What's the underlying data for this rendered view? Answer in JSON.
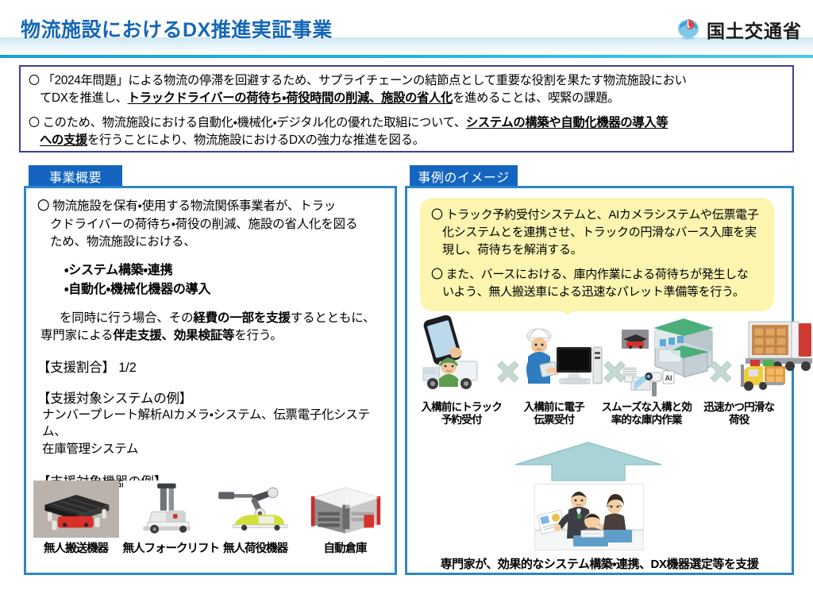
{
  "header": {
    "title": "物流施設におけるDX推進実証事業",
    "ministry_name": "国土交通省",
    "logo_icon": "mlit-logo-icon",
    "title_color": "#1667b8",
    "rule_color": "#1fb3e0"
  },
  "summary": {
    "border_color": "#3f3f9c",
    "items": [
      {
        "marker": "〇",
        "line1_a": "「2024年問題」による物流の停滞を回避するため、サプライチェーンの結節点として重要な役割を果たす物流施設におい",
        "line2_a": "てDXを推進し、",
        "line2_em": "トラックドライバーの荷待ち・荷役時間の削減、施設の省人化",
        "line2_b": "を進めることは、喫緊の課題。"
      },
      {
        "marker": "〇",
        "line1_a": "このため、物流施設における自動化・機械化・デジタル化の優れた取組について、",
        "line1_em": "システムの構築や自動化機器の導入等",
        "line2_em": "への支援",
        "line2_b": "を行うことにより、物流施設におけるDXの強力な推進を図る。"
      }
    ]
  },
  "tabs": {
    "left_label": "事業概要",
    "right_label": "事例のイメージ",
    "color": "#1565c0"
  },
  "left_panel": {
    "border_color": "#2e86c8",
    "para1": {
      "marker": "〇",
      "line1": "物流施設を保有・使用する物流関係事業者が、トラッ",
      "line2": "クドライバーの荷待ち・荷役の削減、施設の省人化を図る",
      "line3": "ため、物流施設における、"
    },
    "bullets": [
      "・システム構築・連携",
      "・自動化・機械化機器の導入"
    ],
    "para2": {
      "line1_a": "を同時に行う場合、その",
      "line1_em": "経費の一部を支援",
      "line1_b": "するとともに、",
      "line2_a": "専門家による",
      "line2_em": "伴走支援、効果検証等",
      "line2_b": "を行う。"
    },
    "support_rate_label": "【支援割合】",
    "support_rate_value": "1/2",
    "systems_heading": "【支援対象システムの例】",
    "systems_line1": "ナンバープレート解析AIカメラ・システム、伝票電子化システム、",
    "systems_line2": "在庫管理システム",
    "equipment_heading": "【支援対象機器の例】",
    "equipment": [
      {
        "caption": "無人搬送機器",
        "icon": "agv-pallet-robot-icon"
      },
      {
        "caption": "無人フォークリフト",
        "icon": "automated-forklift-icon"
      },
      {
        "caption": "無人荷役機器",
        "icon": "robotic-arm-loader-icon"
      },
      {
        "caption": "自動倉庫",
        "icon": "automated-warehouse-icon"
      }
    ]
  },
  "right_panel": {
    "border_color": "#2e86c8",
    "callout_color": "#fbf5b0",
    "callout": [
      {
        "marker": "〇",
        "line1": "トラック予約受付システムと、AIカメラシステムや伝票電子",
        "line2": "化システムとを連携させ、トラックの円滑なバース入庫を実",
        "line3": "現し、荷待ちを解消する。"
      },
      {
        "marker": "〇",
        "line1": "また、バースにおける、庫内作業による荷待ちが発生しな",
        "line2": "いよう、無人搬送車による迅速なパレット準備等を行う。"
      }
    ],
    "flow_steps": [
      {
        "icon": "truck-smartphone-booking-icon",
        "caption_line1": "入構前にトラック",
        "caption_line2": "予約受付"
      },
      {
        "icon": "worker-pc-edi-icon",
        "caption_line1": "入構前に電子",
        "caption_line2": "伝票受付"
      },
      {
        "icon": "warehouse-ai-camera-agv-icon",
        "caption_line1": "スムーズな入構と効",
        "caption_line2": "率的な庫内作業"
      },
      {
        "icon": "truck-forklift-loading-icon",
        "caption_line1": "迅速かつ円滑な",
        "caption_line2": "荷役"
      }
    ],
    "flow_separator_icon": "x-cross-icon",
    "up_arrow_icon": "up-arrow-icon",
    "up_arrow_color": "#a9d3d6",
    "experts_icon": "experts-consulting-icon",
    "experts_caption": "専門家が、効果的なシステム構築・連携、DX機器選定等を支援"
  }
}
